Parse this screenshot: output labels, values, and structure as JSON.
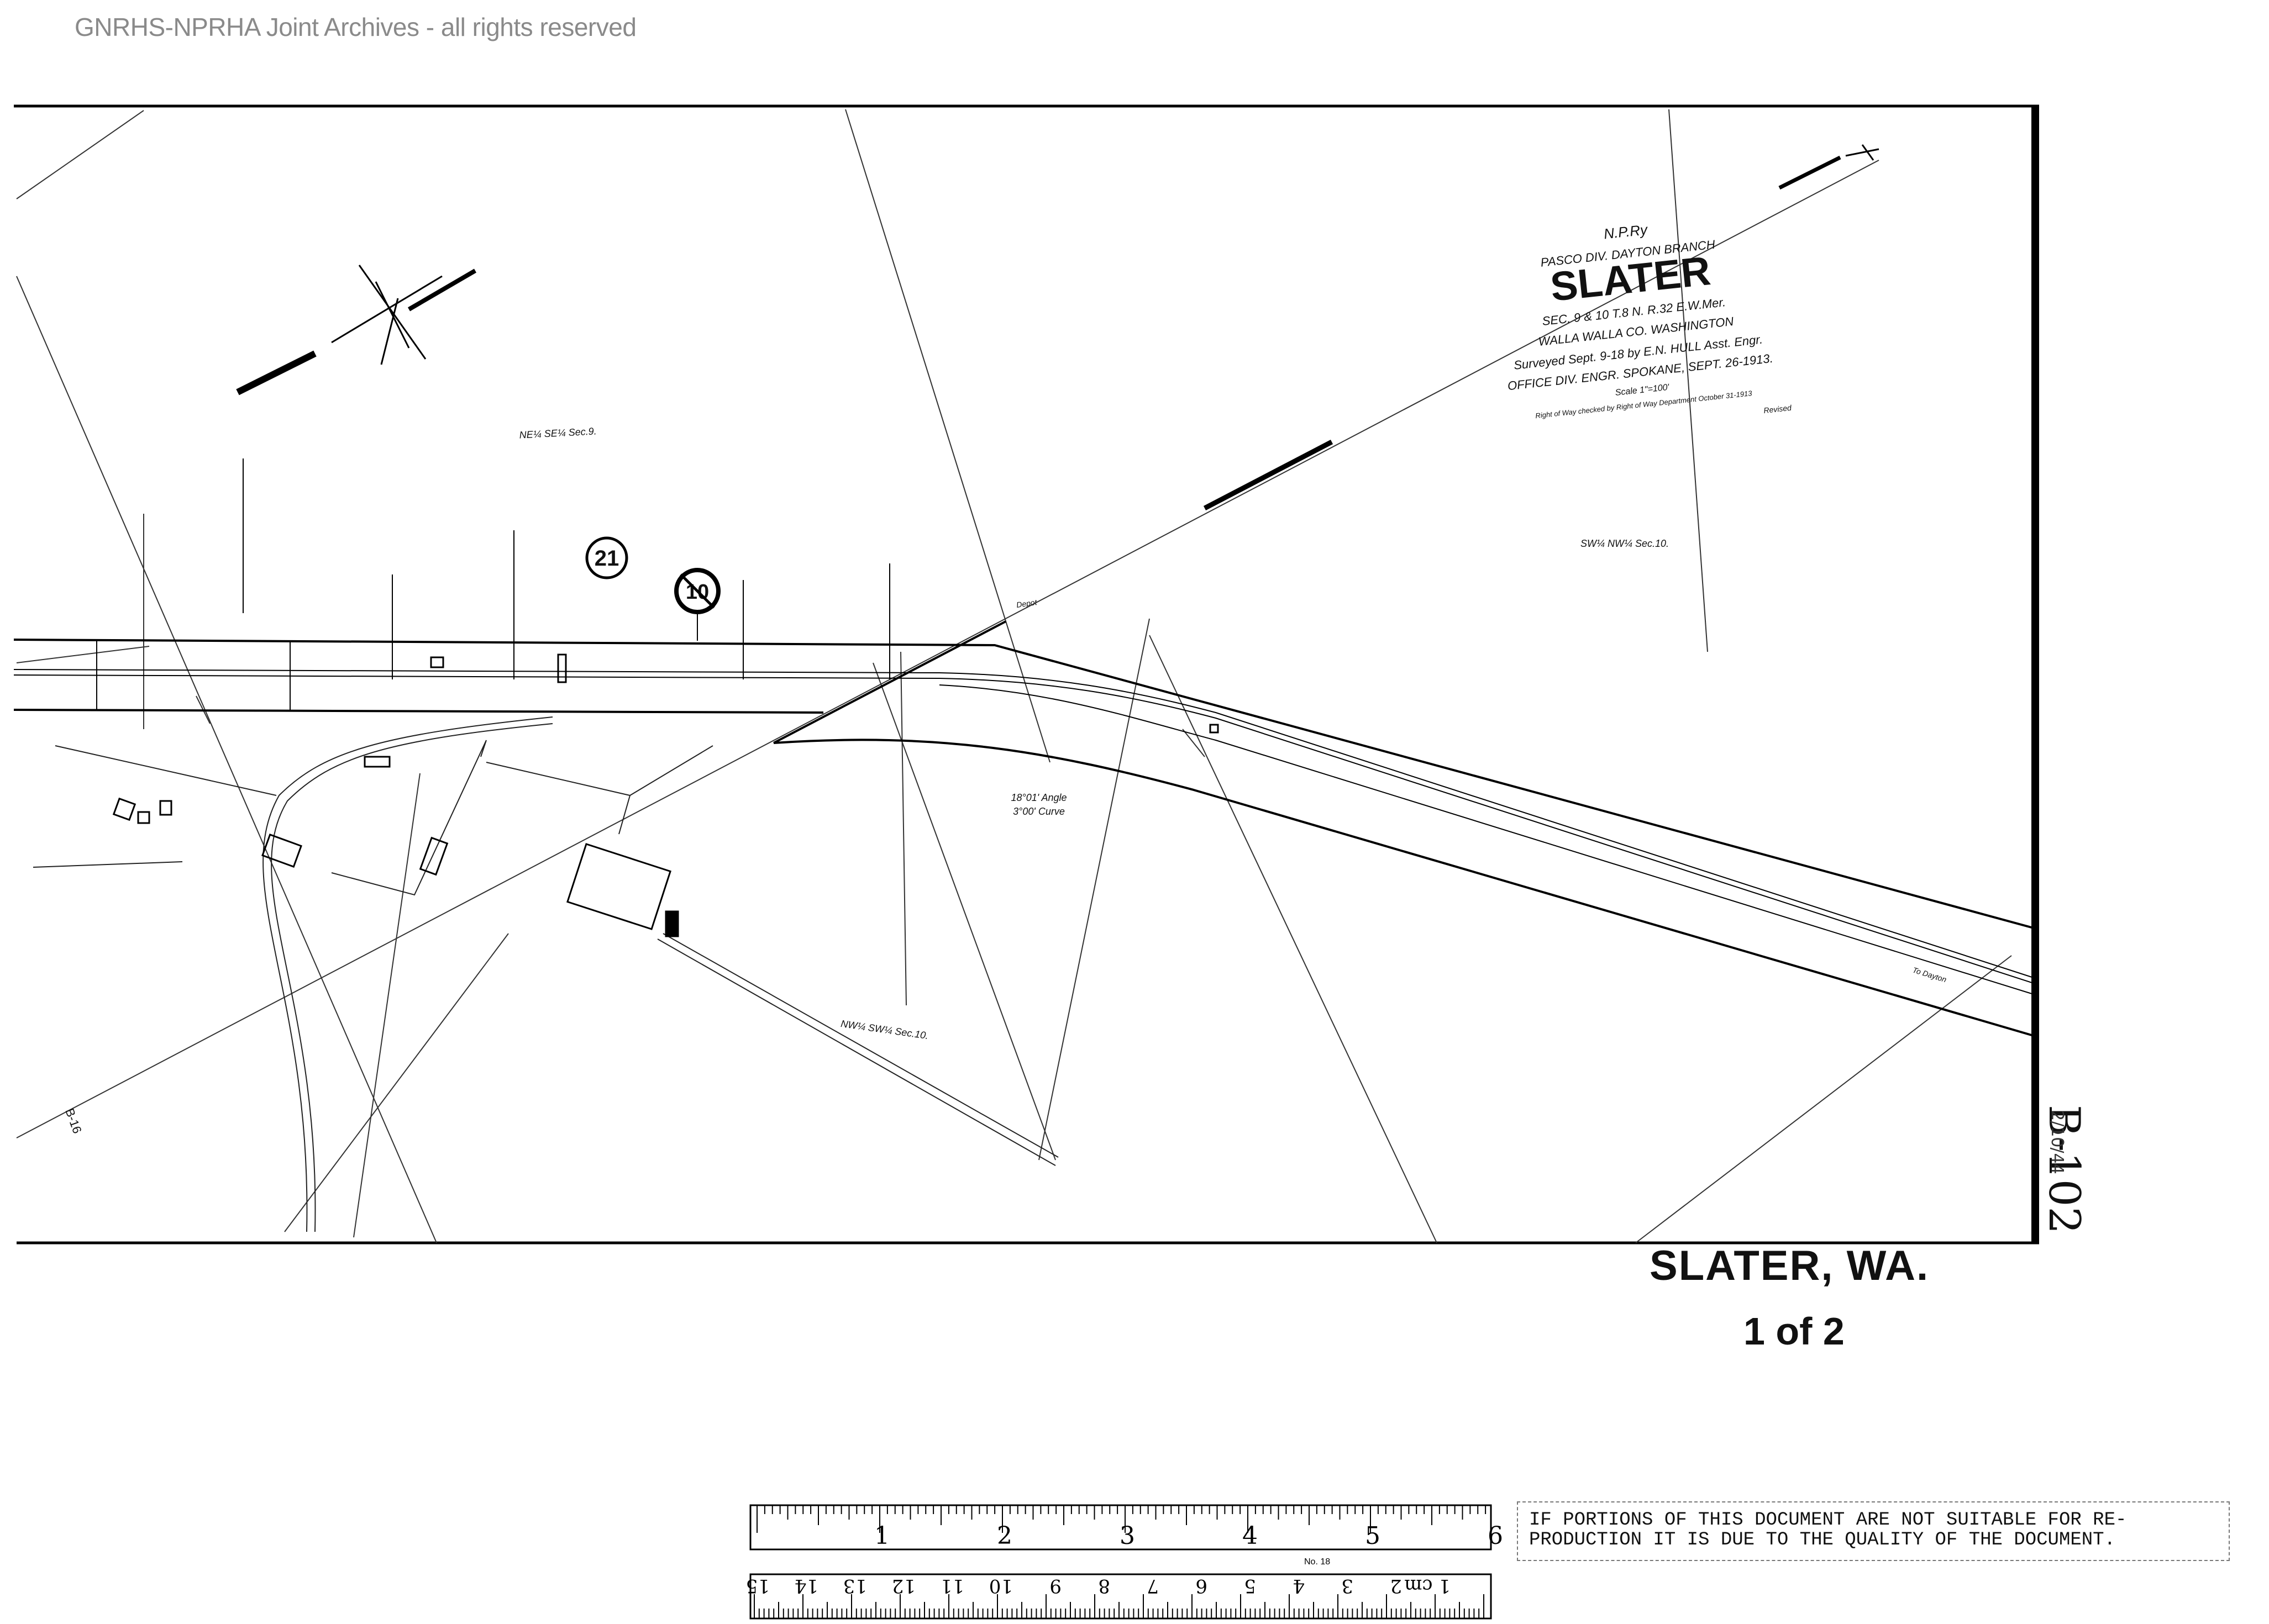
{
  "watermark": "GNRHS-NPRHA Joint Archives - all rights reserved",
  "title_block": {
    "railway": "N.P.Ry",
    "division": "PASCO DIV. DAYTON BRANCH",
    "station": "SLATER",
    "section": "SEC. 9 & 10 T.8 N. R.32 E.W.Mer.",
    "county": "WALLA WALLA CO. WASHINGTON",
    "surveyed": "Surveyed Sept. 9-18 by E.N. HULL Asst. Engr.",
    "office": "OFFICE DIV. ENGR. SPOKANE, SEPT. 26-1913.",
    "scale": "Scale 1\"=100'",
    "checked": "Right of Way checked by Right of Way Department October 31-1913",
    "revised": "Revised"
  },
  "map_labels": {
    "ne_quarter": "NE¼ SE¼ Sec.9.",
    "sw_quarter": "SW¼ NW¼ Sec.10.",
    "nw_quarter": "NW¼ SW¼ Sec.10.",
    "curve_angle": "18°01' Angle",
    "curve_radius": "3°00' Curve",
    "circle_21": "21",
    "circle_10": "10",
    "to_dayton": "To Dayton",
    "depot": "Depot",
    "ref_b16": "B-16"
  },
  "sheet_label": "SLATER, WA.",
  "sheet_count": "1 of 2",
  "doc_stamp": "B-102",
  "doc_stamp_small": "2/10/44",
  "notice_line1": "IF PORTIONS OF THIS DOCUMENT ARE NOT SUITABLE FOR RE-",
  "notice_line2": "PRODUCTION IT IS DUE TO THE QUALITY OF THE DOCUMENT.",
  "ruler_inches": {
    "labels": [
      "1",
      "2",
      "3",
      "4",
      "5",
      "6"
    ],
    "maker": "No. 18"
  },
  "ruler_cm": {
    "labels": [
      "15",
      "14",
      "13",
      "12",
      "11",
      "10",
      "9",
      "8",
      "7",
      "6",
      "5",
      "4",
      "3",
      "2",
      "1 cm"
    ]
  }
}
